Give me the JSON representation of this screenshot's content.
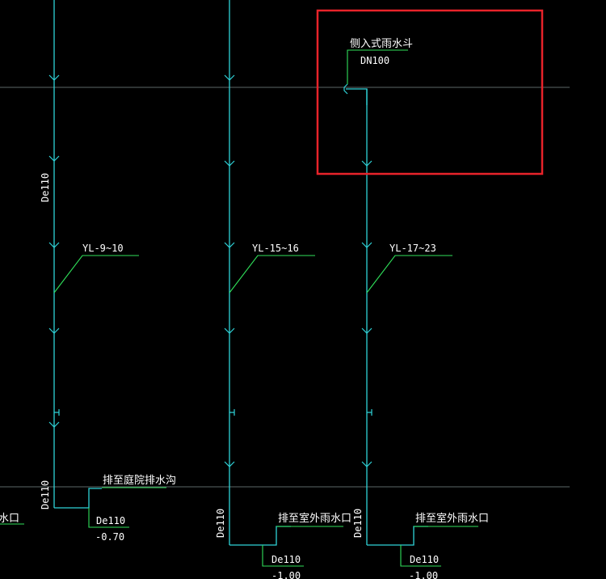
{
  "highlight_color": "#e8232a",
  "pipe_color": "#2fd3d8",
  "leader_color": "#2fe05a",
  "background": "#000000",
  "labels": {
    "side_inlet_drain": "侧入式雨水斗",
    "dn100": "DN100",
    "yl_a": "YL-9~10",
    "yl_b": "YL-15~16",
    "yl_c": "YL-17~23",
    "de110_left_vertical": "De110",
    "de110_left_bottom": "De110",
    "de110_mid_vertical": "De110",
    "de110_right_vertical": "De110",
    "to_courtyard_ditch": "排至庭院排水沟",
    "to_outdoor_outlet_mid": "排至室外雨水口",
    "to_outdoor_outlet_right": "排至室外雨水口",
    "cut_left": "水口",
    "de110_a": "De110",
    "elev_a": "-0.70",
    "de110_b": "De110",
    "elev_b": "-1.00",
    "de110_c": "De110",
    "elev_c": "-1.00"
  }
}
